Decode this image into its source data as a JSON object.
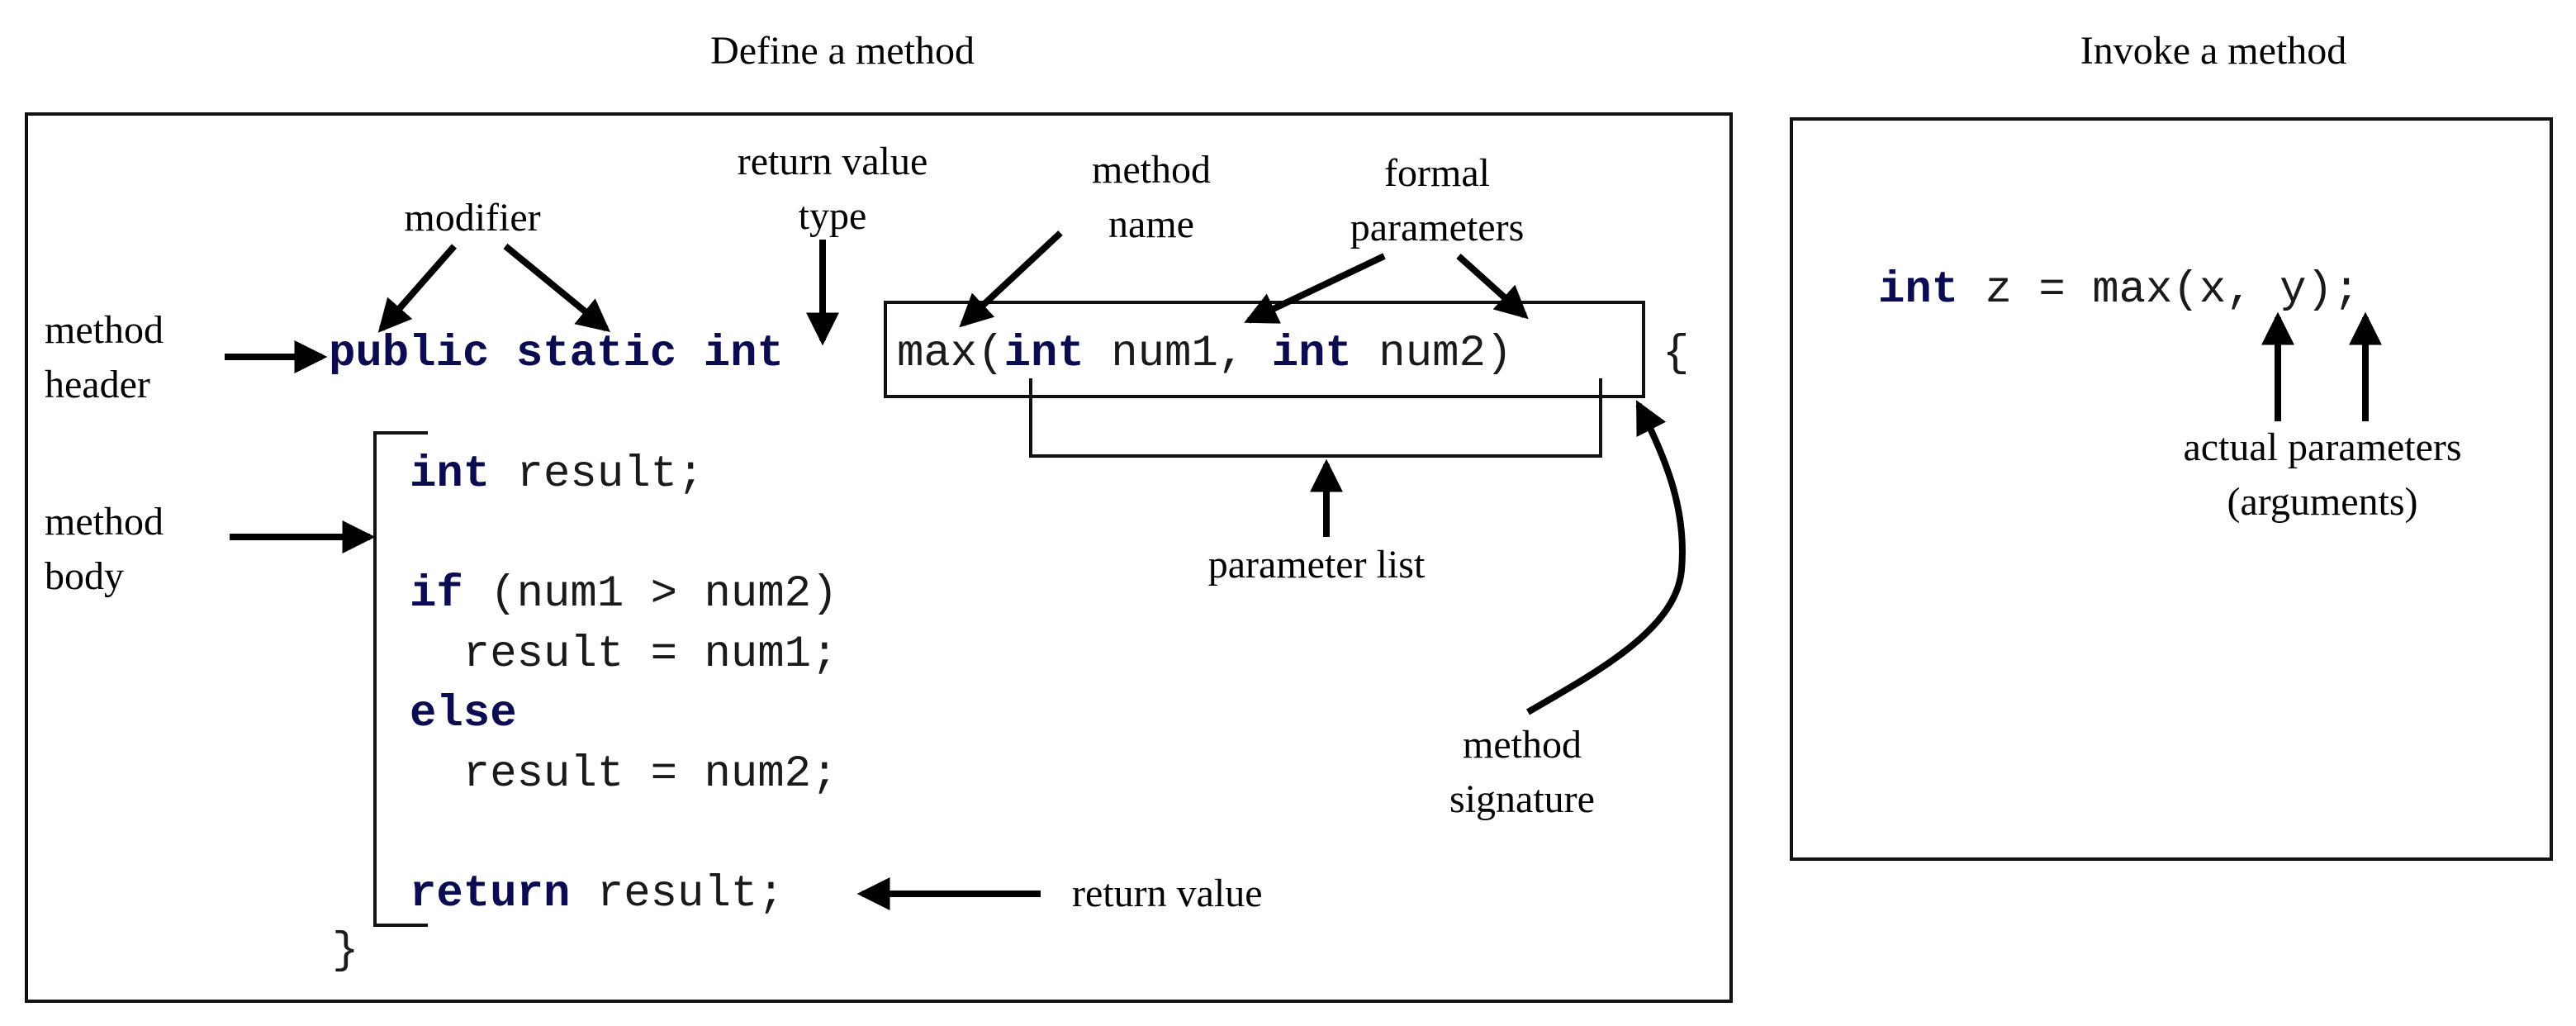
{
  "titles": {
    "define": "Define a method",
    "invoke": "Invoke a method"
  },
  "labels": {
    "modifier": "modifier",
    "return_value_type_line1": "return value",
    "return_value_type_line2": "type",
    "method_name_line1": "method",
    "method_name_line2": "name",
    "formal_parameters_line1": "formal",
    "formal_parameters_line2": "parameters",
    "method_header_line1": "method",
    "method_header_line2": "header",
    "method_body_line1": "method",
    "method_body_line2": "body",
    "parameter_list": "parameter list",
    "method_signature_line1": "method",
    "method_signature_line2": "signature",
    "return_value": "return value",
    "actual_parameters_line1": "actual parameters",
    "actual_parameters_line2": "(arguments)"
  },
  "code": {
    "kw_public": "public",
    "kw_static": "static",
    "kw_int_header": "int",
    "max_open": "max(",
    "kw_int_p1": "int",
    "num1_comma": " num1, ",
    "kw_int_p2": "int",
    "num2_close": " num2)",
    "open_brace": "{",
    "kw_int_body": "int",
    "result_decl": " result;",
    "kw_if": "if",
    "if_cond": " (num1 > num2)",
    "assign1": "  result = num1;",
    "kw_else": "else",
    "assign2": "  result = num2;",
    "kw_return": "return",
    "return_rest": " result;",
    "close_brace": "}",
    "kw_int_invoke": "int",
    "invoke_rest": " z = max(x, y);"
  }
}
